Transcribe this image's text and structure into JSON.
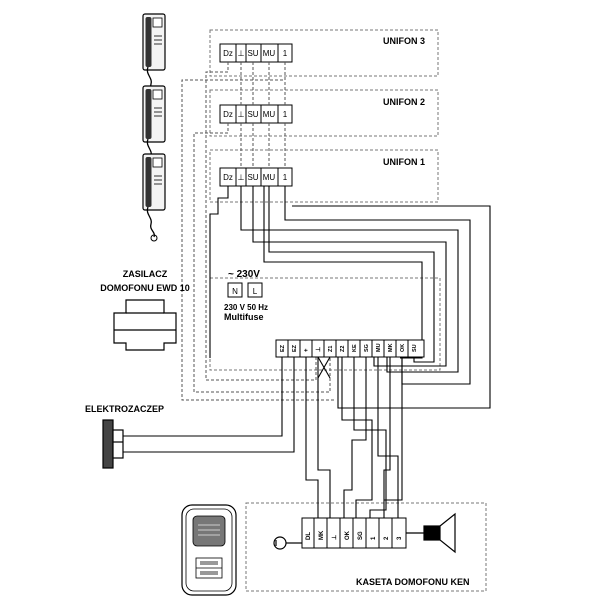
{
  "unifon_1": "UNIFON 1",
  "unifon_2": "UNIFON 2",
  "unifon_3": "UNIFON 3",
  "unifon_terminals": [
    "Dz",
    "⊥",
    "SU",
    "MU",
    "1"
  ],
  "psu_title_line1": "ZASILACZ",
  "psu_title_line2": "DOMOFONU EWD 10",
  "mains_voltage": "~ 230V",
  "mains_terminals": [
    "N",
    "L"
  ],
  "psu_spec": "230 V 50 Hz",
  "psu_fuse": "Multifuse",
  "psu_terminals": [
    "EZ",
    "EZ",
    "+",
    "⊥",
    "Z1",
    "Z2",
    "KE",
    "SG",
    "MU",
    "MK",
    "OK",
    "SU"
  ],
  "lock_label": "ELEKTROZACZEP",
  "panel_label": "KASETA DOMOFONU KEN",
  "panel_terminals": [
    "DL",
    "MK",
    "⊥",
    "OK",
    "SG",
    "1",
    "2",
    "3"
  ]
}
